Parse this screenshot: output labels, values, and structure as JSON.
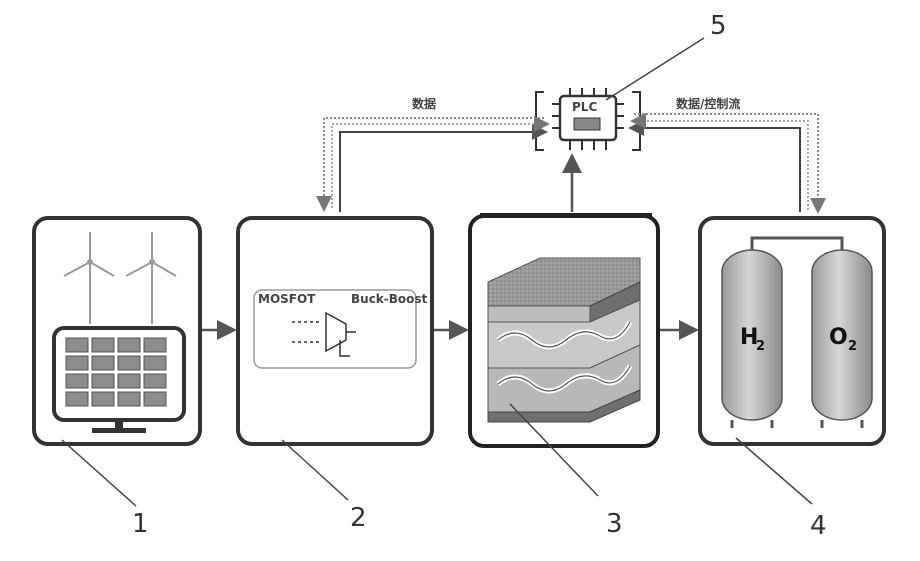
{
  "labels": {
    "data_top_left": "数据",
    "data_control_flow": "数据/控制流",
    "plc": "PLC",
    "mosfet": "MOSFOT",
    "buck_boost": "Buck-Boost",
    "h2": "H",
    "h2_sub": "2",
    "o2": "O",
    "o2_sub": "2"
  },
  "reference_numbers": {
    "n1": "1",
    "n2": "2",
    "n3": "3",
    "n4": "4",
    "n5": "5"
  }
}
